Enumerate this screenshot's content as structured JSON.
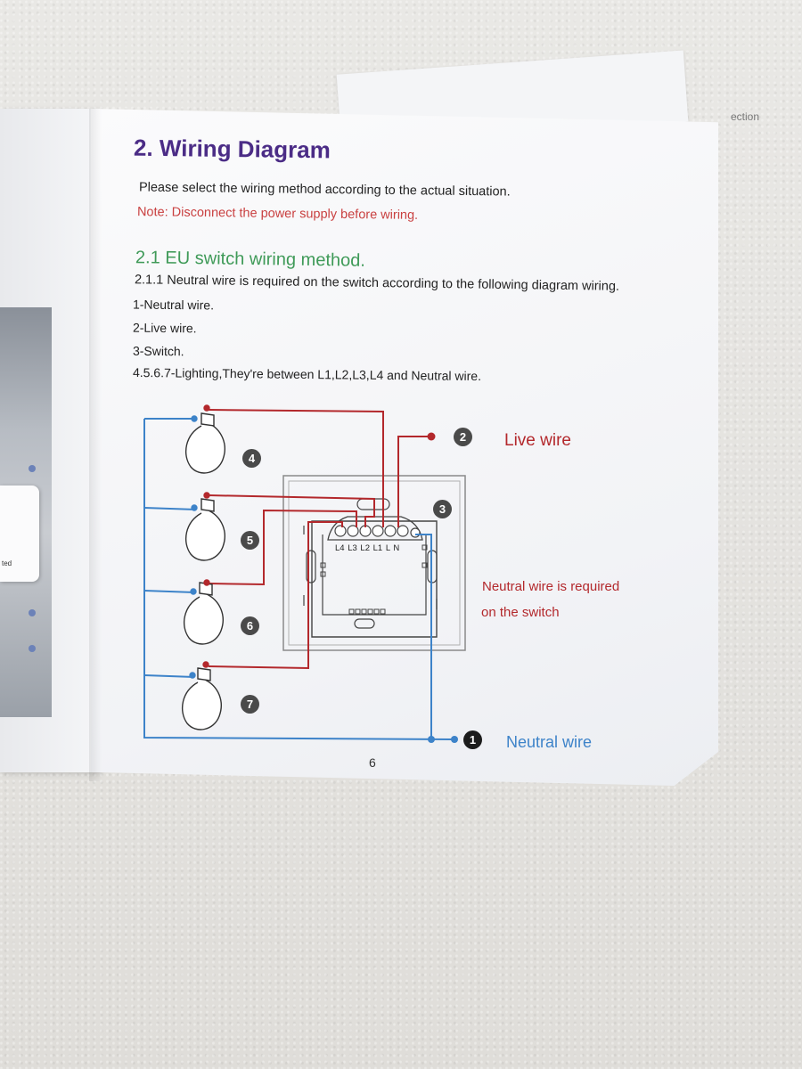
{
  "manual": {
    "title": "2. Wiring Diagram",
    "intro": "Please select the wiring method according to the actual situation.",
    "note": "Note: Disconnect the power supply before wiring.",
    "section_title": "2.1 EU switch wiring method.",
    "section_body": "2.1.1 Neutral wire is required on the switch according to the following diagram wiring.",
    "items": [
      "1-Neutral wire.",
      "2-Live wire.",
      "3-Switch.",
      "4.5.6.7-Lighting,They're between L1,L2,L3,L4 and Neutral wire."
    ],
    "page_number": "6"
  },
  "diagram": {
    "live_label": "Live wire",
    "neutral_required_line1": "Neutral wire is required",
    "neutral_required_line2": "on the switch",
    "neutral_label": "Neutral wire",
    "terminal_labels": "L4 L3 L2 L1  L  N",
    "badges": {
      "neutral": "1",
      "live": "2",
      "switch": "3",
      "lamp4": "4",
      "lamp5": "5",
      "lamp6": "6",
      "lamp7": "7"
    },
    "colors": {
      "live": "#b3282c",
      "neutral": "#3d83c9",
      "title": "#4b2c86",
      "section": "#3f9a58",
      "note": "#c94040"
    }
  },
  "background": {
    "left_page_label": "ted",
    "rear_page_fragment": "ection"
  }
}
